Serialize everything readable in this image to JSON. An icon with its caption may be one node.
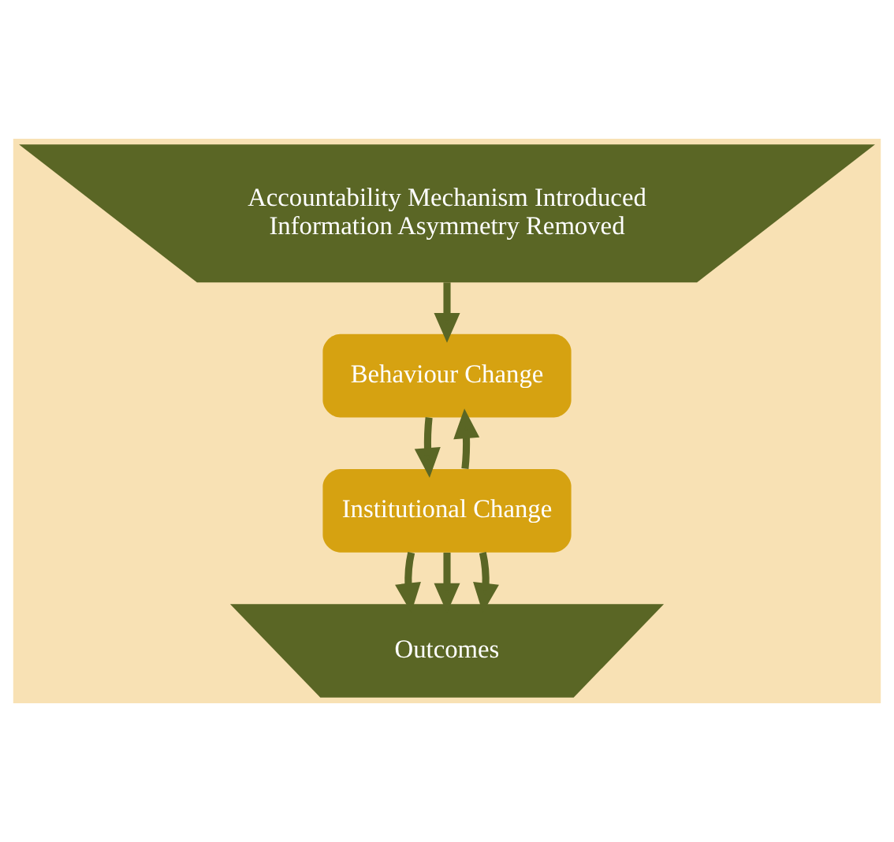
{
  "diagram": {
    "nodes": [
      {
        "text": [
          "Accountability Mechanism Introduced Information Asymmetry Removed"
        ]
      },
      {
        "text": [
          "Behaviour Change"
        ]
      },
      {
        "text": [
          "Institutional Change"
        ]
      },
      {
        "text": [
          "Outcomes"
        ]
      }
    ],
    "edges": [
      {
        "from": 0,
        "to": 1,
        "arrow": "to"
      },
      {
        "from": 1,
        "to": 2,
        "arrow": "to"
      },
      {
        "from": 2,
        "to": 1,
        "arrow": "to"
      },
      {
        "from": 2,
        "to": 3,
        "arrow": "to"
      },
      {
        "from": 2,
        "to": 3,
        "arrow": "to"
      },
      {
        "from": 2,
        "to": 3,
        "arrow": "to"
      }
    ]
  }
}
